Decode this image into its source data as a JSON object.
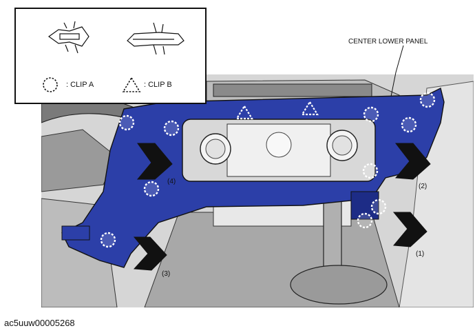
{
  "legend": {
    "clip_a_label": ": CLIP A",
    "clip_b_label": ": CLIP B"
  },
  "labels": {
    "panel_name": "CENTER LOWER PANEL",
    "step_1": "(1)",
    "step_2": "(2)",
    "step_3": "(3)",
    "step_4": "(4)"
  },
  "caption": "ac5uuw00005268",
  "colors": {
    "panel_blue": "#2c3fa8",
    "panel_blue_dark": "#1d2c86",
    "outline": "#111111"
  }
}
